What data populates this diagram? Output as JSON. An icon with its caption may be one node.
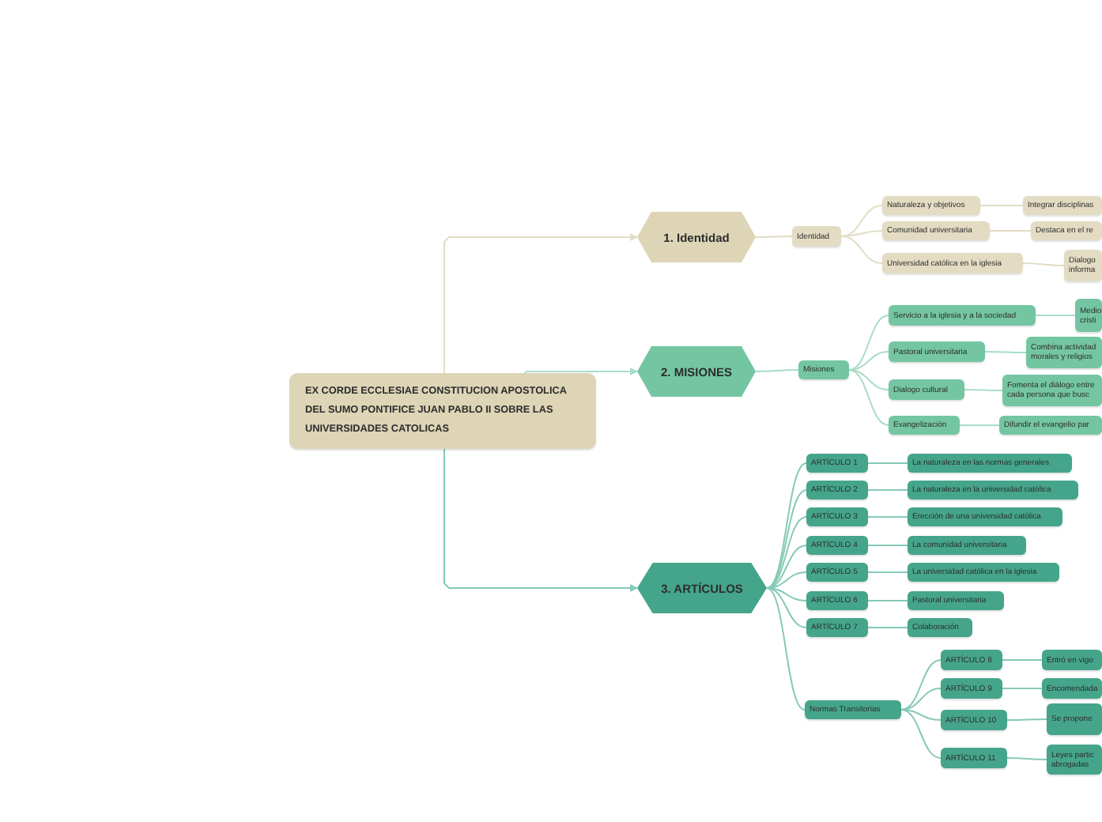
{
  "diagram": {
    "nodes": [
      {
        "text": [
          "EX CORDE ECCLESIAE CONSTITUCION APOSTOLICA DEL SUMO PONTIFICE JUAN PABLO II SOBRE LAS UNIVERSIDADES CATOLICAS"
        ]
      },
      {
        "text": [
          "1. Identidad"
        ]
      },
      {
        "text": [
          "Identidad"
        ]
      },
      {
        "text": [
          "Naturaleza y objetivos"
        ]
      },
      {
        "text": [
          "Integrar disciplinas"
        ]
      },
      {
        "text": [
          "Comunidad universitaria"
        ]
      },
      {
        "text": [
          "Destaca en el re"
        ]
      },
      {
        "text": [
          "Universidad católica en la iglesia"
        ]
      },
      {
        "text": [
          "Dialogo informa"
        ]
      },
      {
        "text": [
          "2. MISIONES"
        ]
      },
      {
        "text": [
          "Misiones"
        ]
      },
      {
        "text": [
          "Servicio a la iglesia y a la sociedad"
        ]
      },
      {
        "text": [
          "Medio cristi"
        ]
      },
      {
        "text": [
          "Pastoral universitaria"
        ]
      },
      {
        "text": [
          "Combina actividad morales y religios"
        ]
      },
      {
        "text": [
          "Dialogo cultural"
        ]
      },
      {
        "text": [
          "Fomenta el diálogo entre cada persona que busc"
        ]
      },
      {
        "text": [
          "Evangelización"
        ]
      },
      {
        "text": [
          "Difundir el evangelio par"
        ]
      },
      {
        "text": [
          "3. ARTÍCULOS"
        ]
      },
      {
        "text": [
          "ARTÍCULO 1"
        ]
      },
      {
        "text": [
          "La naturaleza en las normas generales"
        ]
      },
      {
        "text": [
          "ARTÍCULO 2"
        ]
      },
      {
        "text": [
          "La naturaleza en la universidad católica"
        ]
      },
      {
        "text": [
          "ARTÍCULO 3"
        ]
      },
      {
        "text": [
          "Erección de una universidad católica"
        ]
      },
      {
        "text": [
          "ARTÍCULO 4"
        ]
      },
      {
        "text": [
          "La comunidad universitaria"
        ]
      },
      {
        "text": [
          "ARTÍCULO 5"
        ]
      },
      {
        "text": [
          "La universidad católica en la iglesia"
        ]
      },
      {
        "text": [
          "ARTÍCULO 6"
        ]
      },
      {
        "text": [
          "Pastoral universitaria"
        ]
      },
      {
        "text": [
          "ARTÍCULO 7"
        ]
      },
      {
        "text": [
          "Colaboración"
        ]
      },
      {
        "text": [
          "Normas Transitorias"
        ]
      },
      {
        "text": [
          "ARTÍCULO 8"
        ]
      },
      {
        "text": [
          "Entró en vigo"
        ]
      },
      {
        "text": [
          "ARTÍCULO 9"
        ]
      },
      {
        "text": [
          "Encomendada"
        ]
      },
      {
        "text": [
          "ARTÍCULO 10"
        ]
      },
      {
        "text": [
          "Se propone"
        ]
      },
      {
        "text": [
          "ARTÍCULO 11"
        ]
      },
      {
        "text": [
          "Leyes partic abrogadas"
        ]
      }
    ],
    "edges": [
      {
        "from": 0,
        "to": 1,
        "arrow": "to",
        "color": "#e2dcc4"
      },
      {
        "from": 0,
        "to": 9,
        "arrow": "to",
        "color": "#a9dcc8"
      },
      {
        "from": 0,
        "to": 19,
        "arrow": "to"
      },
      {
        "from": 1,
        "to": 2,
        "arrow": "none",
        "color": "#e2dcc4"
      },
      {
        "from": 2,
        "to": 3,
        "arrow": "none",
        "color": "#e2dcc4"
      },
      {
        "from": 3,
        "to": 4,
        "arrow": "none",
        "color": "#e2dcc4"
      },
      {
        "from": 2,
        "to": 5,
        "arrow": "none",
        "color": "#e2dcc4"
      },
      {
        "from": 5,
        "to": 6,
        "arrow": "none",
        "color": "#e2dcc4"
      },
      {
        "from": 2,
        "to": 7,
        "arrow": "none",
        "color": "#e2dcc4"
      },
      {
        "from": 7,
        "to": 8,
        "arrow": "none",
        "color": "#e2dcc4"
      },
      {
        "from": 9,
        "to": 10,
        "arrow": "none",
        "color": "#a9dcc8"
      },
      {
        "from": 10,
        "to": 11,
        "arrow": "none",
        "color": "#a9dcc8"
      },
      {
        "from": 11,
        "to": 12,
        "arrow": "none",
        "color": "#a9dcc8"
      },
      {
        "from": 10,
        "to": 13,
        "arrow": "none",
        "color": "#a9dcc8"
      },
      {
        "from": 13,
        "to": 14,
        "arrow": "none",
        "color": "#a9dcc8"
      },
      {
        "from": 10,
        "to": 15,
        "arrow": "none",
        "color": "#a9dcc8"
      },
      {
        "from": 15,
        "to": 16,
        "arrow": "none",
        "color": "#a9dcc8"
      },
      {
        "from": 10,
        "to": 17,
        "arrow": "none",
        "color": "#a9dcc8"
      },
      {
        "from": 17,
        "to": 18,
        "arrow": "none",
        "color": "#a9dcc8"
      },
      {
        "from": 19,
        "to": 20,
        "arrow": "none"
      },
      {
        "from": 20,
        "to": 21,
        "arrow": "none"
      },
      {
        "from": 19,
        "to": 22,
        "arrow": "none"
      },
      {
        "from": 22,
        "to": 23,
        "arrow": "none"
      },
      {
        "from": 19,
        "to": 24,
        "arrow": "none"
      },
      {
        "from": 24,
        "to": 25,
        "arrow": "none"
      },
      {
        "from": 19,
        "to": 26,
        "arrow": "none"
      },
      {
        "from": 26,
        "to": 27,
        "arrow": "none"
      },
      {
        "from": 19,
        "to": 28,
        "arrow": "none"
      },
      {
        "from": 28,
        "to": 29,
        "arrow": "none"
      },
      {
        "from": 19,
        "to": 30,
        "arrow": "none"
      },
      {
        "from": 30,
        "to": 31,
        "arrow": "none"
      },
      {
        "from": 19,
        "to": 32,
        "arrow": "none"
      },
      {
        "from": 32,
        "to": 33,
        "arrow": "none"
      },
      {
        "from": 19,
        "to": 34,
        "arrow": "none"
      },
      {
        "from": 34,
        "to": 35,
        "arrow": "none"
      },
      {
        "from": 35,
        "to": 36,
        "arrow": "none"
      },
      {
        "from": 34,
        "to": 37,
        "arrow": "none"
      },
      {
        "from": 37,
        "to": 38,
        "arrow": "none"
      },
      {
        "from": 34,
        "to": 39,
        "arrow": "none"
      },
      {
        "from": 39,
        "to": 40,
        "arrow": "none"
      },
      {
        "from": 34,
        "to": 41,
        "arrow": "none"
      },
      {
        "from": 41,
        "to": 42,
        "arrow": "none"
      }
    ]
  }
}
